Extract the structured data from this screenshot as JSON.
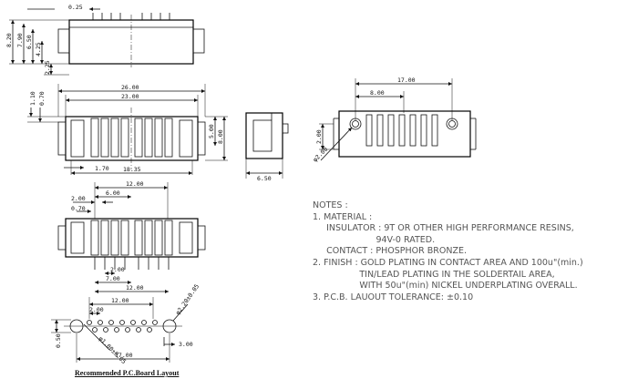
{
  "views": {
    "side_top": {
      "dims": {
        "d025": "0.25",
        "d820": "8.20",
        "d790": "7.90",
        "d650": "6.50",
        "d425": "4.25",
        "d225": "2.25"
      }
    },
    "front": {
      "dims": {
        "d2600": "26.00",
        "d2300": "23.00",
        "d110": "1.10",
        "d070": "0.70",
        "d500": "5.00",
        "d800": "8.00",
        "d170": "1.70",
        "d1835": "18.35"
      }
    },
    "end": {
      "dims": {
        "d650": "6.50"
      }
    },
    "top_right": {
      "dims": {
        "d1700": "17.00",
        "d800": "8.00",
        "d200": "2.00",
        "d200dia": "φ2.00"
      }
    },
    "bottom": {
      "dims": {
        "d1200": "12.00",
        "d600": "6.00",
        "d200": "2.00",
        "d070": "0.70",
        "d200b": "2.00",
        "d700": "7.00",
        "d1200b": "12.00"
      }
    },
    "pcb": {
      "dims": {
        "d1200": "12.00",
        "d200": "2.00",
        "d050": "0.50",
        "d1700": "17.00",
        "d300": "3.00",
        "d_hole_small": "φ1.00±0.05",
        "d_hole_large": "φ2.20±0.05"
      },
      "caption": "Recommended P.C.Board Layout"
    }
  },
  "notes": {
    "title": "NOTES :",
    "items": [
      "1. MATERIAL :",
      "     INSULATOR : 9T OR OTHER HIGH PERFORMANCE RESINS,",
      "                       94V-0 RATED.",
      "     CONTACT : PHOSPHOR BRONZE.",
      "2. FINISH : GOLD PLATING IN CONTACT AREA AND 100u\"(min.)",
      "                 TIN/LEAD PLATING IN THE SOLDERTAIL AREA,",
      "                 WITH 50u\"(min) NICKEL UNDERPLATING OVERALL.",
      "3. P.C.B. LAUOUT TOLERANCE: ±0.10"
    ]
  }
}
